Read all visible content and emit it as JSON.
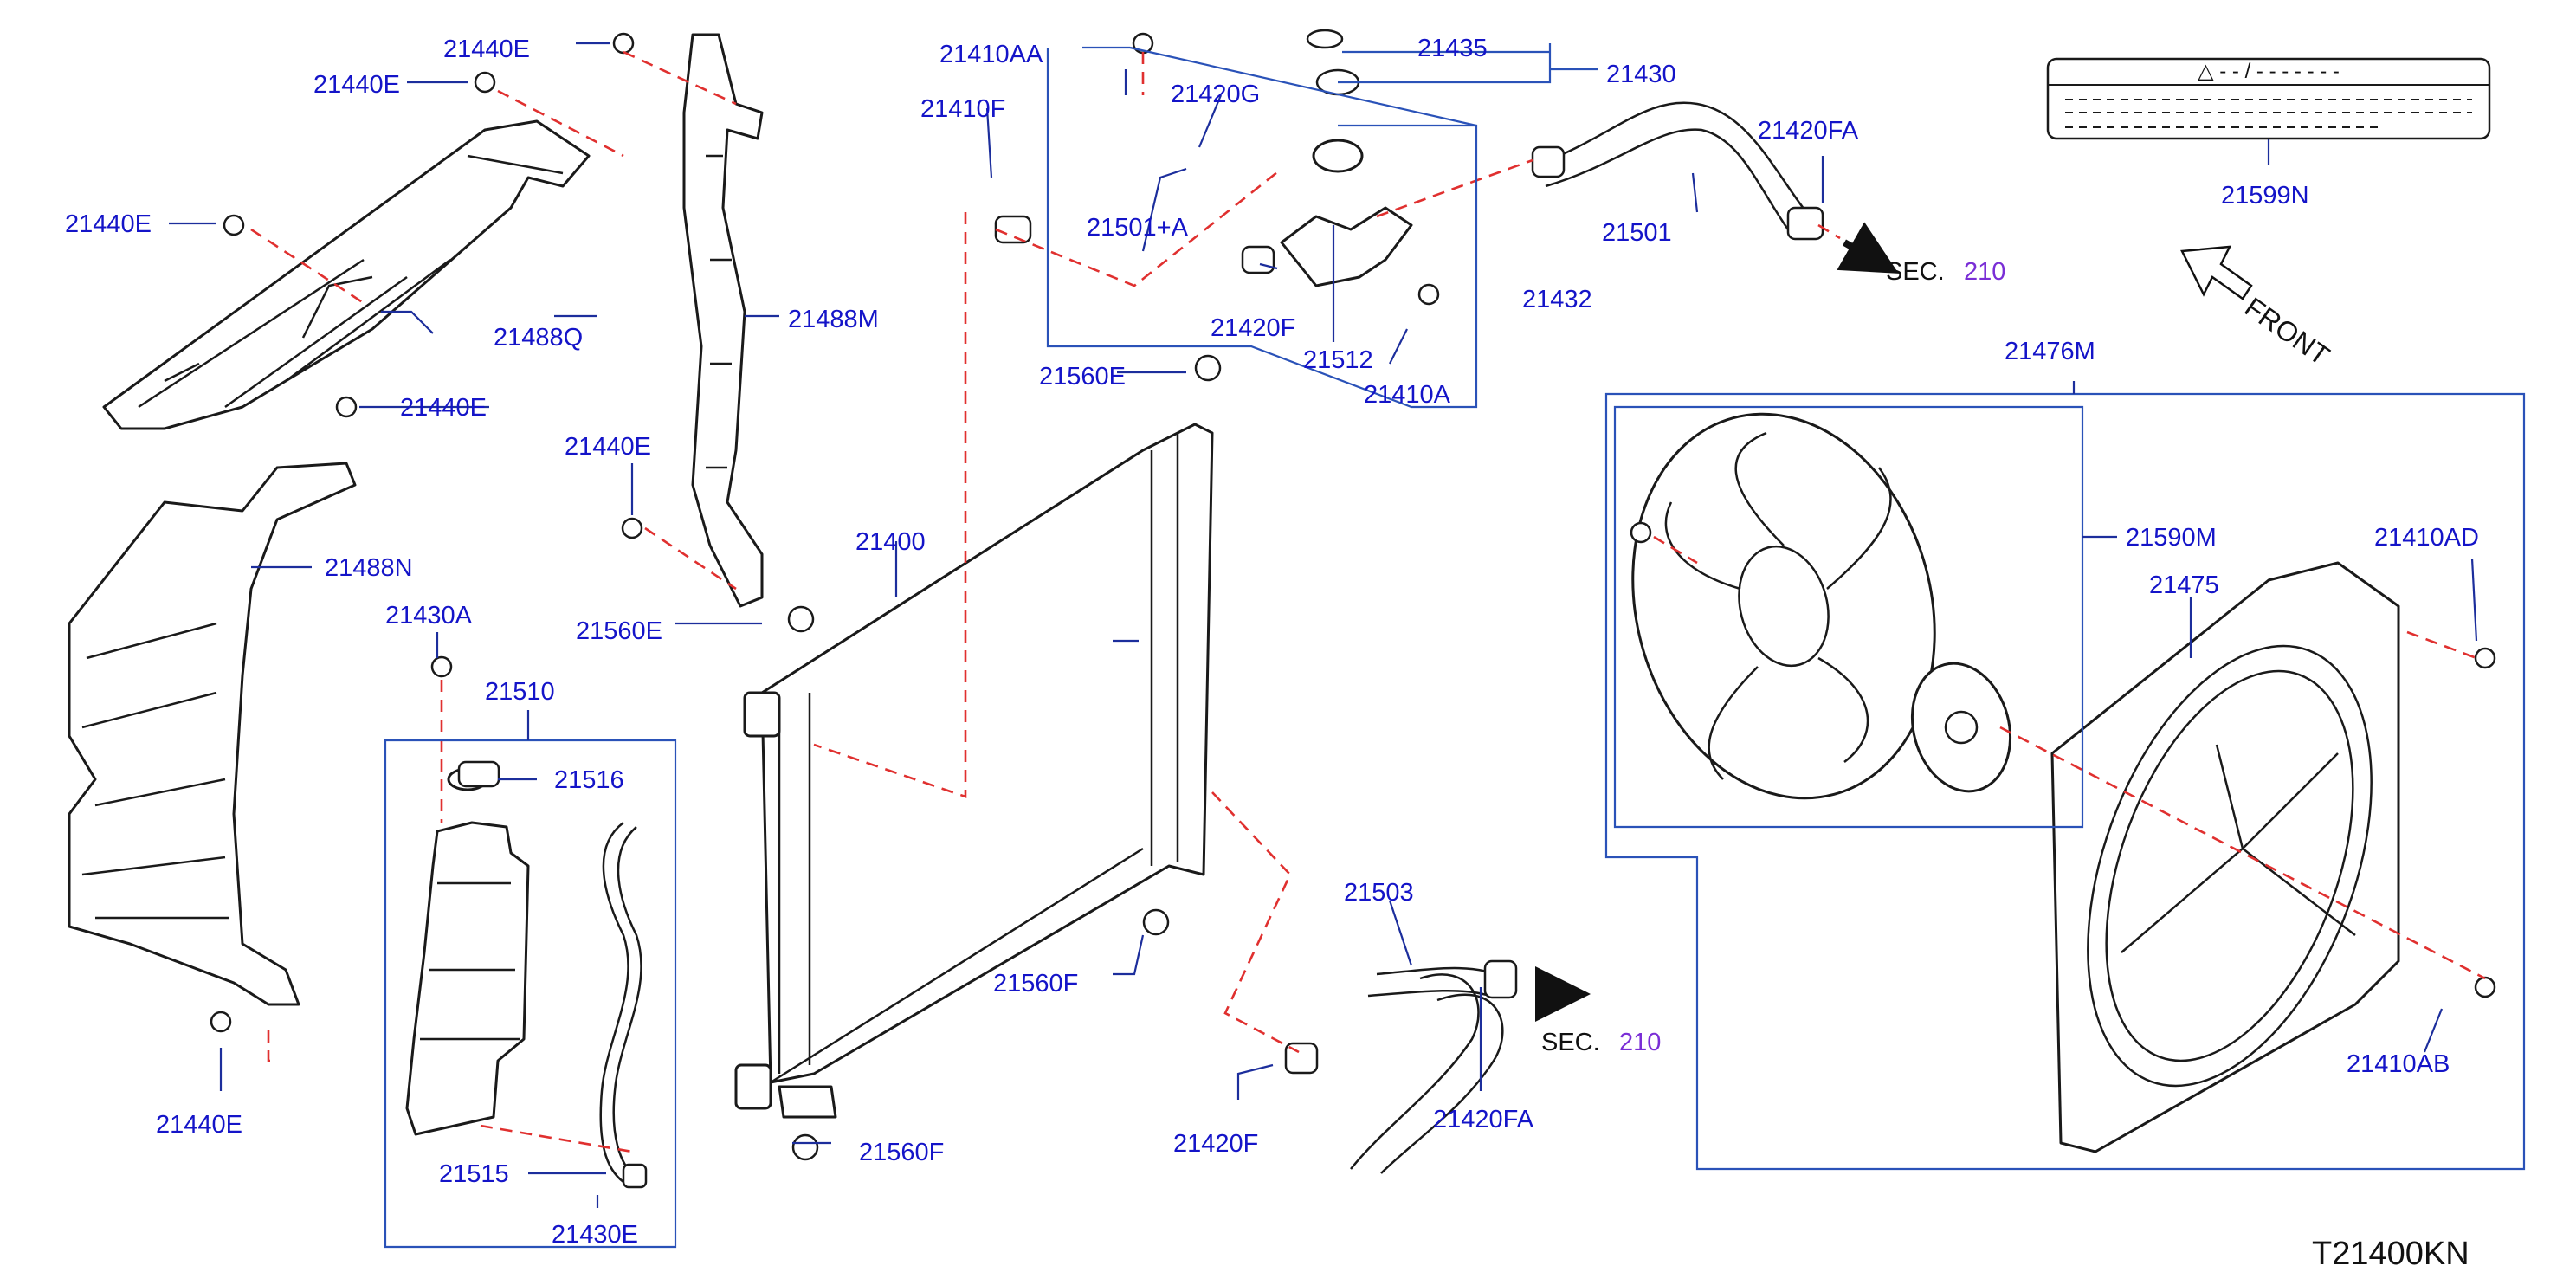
{
  "diagram_id": "T21400KN",
  "front_label": "FRONT",
  "sec": {
    "label": "SEC.",
    "number": "210"
  },
  "parts": {
    "p21440E": "21440E",
    "p21488Q": "21488Q",
    "p21488M": "21488M",
    "p21488N": "21488N",
    "p21430A": "21430A",
    "p21510": "21510",
    "p21516": "21516",
    "p21515": "21515",
    "p21430E": "21430E",
    "p21400": "21400",
    "p21560E": "21560E",
    "p21560F": "21560F",
    "p21410AA": "21410AA",
    "p21410F": "21410F",
    "p21420G": "21420G",
    "p21501A": "21501+A",
    "p21420F": "21420F",
    "p21512": "21512",
    "p21410A": "21410A",
    "p21435": "21435",
    "p21430": "21430",
    "p21432": "21432",
    "p21501": "21501",
    "p21420FA": "21420FA",
    "p21599N": "21599N",
    "p21503": "21503",
    "p21476M": "21476M",
    "p21590M": "21590M",
    "p21410AD": "21410AD",
    "p21475": "21475",
    "p21410AB": "21410AB"
  },
  "label_plate": {
    "symbol": "△",
    "header_text": "- - / - - - - - - -"
  },
  "colors": {
    "label_text": "#1414c8",
    "guide_dash": "#e0302f",
    "frame_box": "#2a52b8",
    "sec_number": "#7a2ed6",
    "line_art": "#1a1a1a"
  }
}
